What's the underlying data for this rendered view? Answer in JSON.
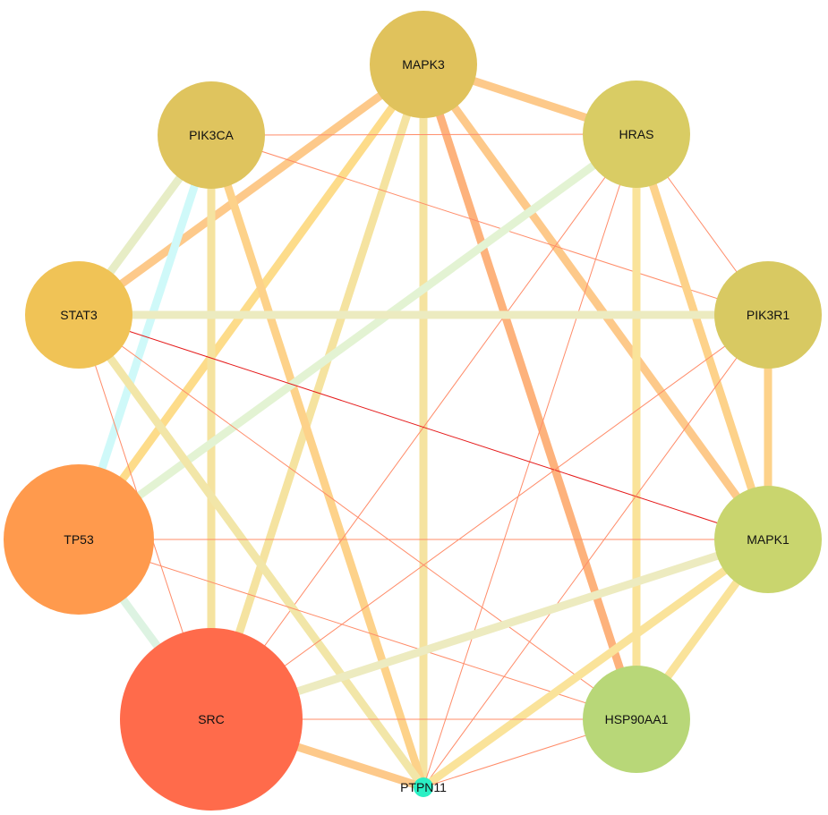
{
  "network": {
    "nodes": [
      {
        "id": "MAPK3",
        "label": "MAPK3",
        "color": "#E0C25C",
        "size": "large"
      },
      {
        "id": "PIK3CA",
        "label": "PIK3CA",
        "color": "#DFC45E",
        "size": "large"
      },
      {
        "id": "HRAS",
        "label": "HRAS",
        "color": "#D9CC64",
        "size": "large"
      },
      {
        "id": "STAT3",
        "label": "STAT3",
        "color": "#F0C356",
        "size": "large"
      },
      {
        "id": "PIK3R1",
        "label": "PIK3R1",
        "color": "#D8C962",
        "size": "large"
      },
      {
        "id": "TP53",
        "label": "TP53",
        "color": "#FF9A4D",
        "size": "xlarge"
      },
      {
        "id": "MAPK1",
        "label": "MAPK1",
        "color": "#C9D56E",
        "size": "large"
      },
      {
        "id": "SRC",
        "label": "SRC",
        "color": "#FF6B4B",
        "size": "xxlarge"
      },
      {
        "id": "HSP90AA1",
        "label": "HSP90AA1",
        "color": "#B8D778",
        "size": "large"
      },
      {
        "id": "PTPN11",
        "label": "PTPN11",
        "color": "#2BEFC4",
        "size": "small"
      }
    ],
    "edges": [
      {
        "source": "MAPK3",
        "target": "HRAS",
        "color": "#FDC98A",
        "weight": "heavy"
      },
      {
        "source": "MAPK3",
        "target": "STAT3",
        "color": "#FDC98A",
        "weight": "heavy"
      },
      {
        "source": "MAPK3",
        "target": "TP53",
        "color": "#FDDC8A",
        "weight": "heavy"
      },
      {
        "source": "MAPK3",
        "target": "SRC",
        "color": "#F5E3A0",
        "weight": "heavy"
      },
      {
        "source": "MAPK3",
        "target": "PTPN11",
        "color": "#F5E3A0",
        "weight": "heavy"
      },
      {
        "source": "MAPK3",
        "target": "HSP90AA1",
        "color": "#FDB27C",
        "weight": "heavy"
      },
      {
        "source": "MAPK3",
        "target": "MAPK1",
        "color": "#FDC98A",
        "weight": "heavy"
      },
      {
        "source": "PIK3CA",
        "target": "HRAS",
        "color": "#FF8C69",
        "weight": "thin"
      },
      {
        "source": "PIK3CA",
        "target": "STAT3",
        "color": "#E7EDC6",
        "weight": "heavy"
      },
      {
        "source": "PIK3CA",
        "target": "TP53",
        "color": "#CFF9F9",
        "weight": "heavy"
      },
      {
        "source": "PIK3CA",
        "target": "SRC",
        "color": "#F5E3A0",
        "weight": "heavy"
      },
      {
        "source": "PIK3CA",
        "target": "PTPN11",
        "color": "#FDD28A",
        "weight": "heavy"
      },
      {
        "source": "PIK3CA",
        "target": "PIK3R1",
        "color": "#FF8C69",
        "weight": "thin"
      },
      {
        "source": "HRAS",
        "target": "TP53",
        "color": "#E3F3D3",
        "weight": "heavy"
      },
      {
        "source": "HRAS",
        "target": "PIK3R1",
        "color": "#FF8C69",
        "weight": "thin"
      },
      {
        "source": "HRAS",
        "target": "MAPK1",
        "color": "#FDD28A",
        "weight": "heavy"
      },
      {
        "source": "HRAS",
        "target": "HSP90AA1",
        "color": "#FAE39A",
        "weight": "heavy"
      },
      {
        "source": "HRAS",
        "target": "SRC",
        "color": "#FF8C69",
        "weight": "thin"
      },
      {
        "source": "HRAS",
        "target": "PTPN11",
        "color": "#FF8C69",
        "weight": "thin"
      },
      {
        "source": "STAT3",
        "target": "PIK3R1",
        "color": "#ECEBC0",
        "weight": "heavy"
      },
      {
        "source": "STAT3",
        "target": "MAPK1",
        "color": "#E51A1A",
        "weight": "thin"
      },
      {
        "source": "STAT3",
        "target": "PTPN11",
        "color": "#F2E6A8",
        "weight": "heavy"
      },
      {
        "source": "STAT3",
        "target": "SRC",
        "color": "#FF8C69",
        "weight": "thin"
      },
      {
        "source": "STAT3",
        "target": "HSP90AA1",
        "color": "#FF8C69",
        "weight": "thin"
      },
      {
        "source": "PIK3R1",
        "target": "MAPK1",
        "color": "#FDD28A",
        "weight": "heavy"
      },
      {
        "source": "PIK3R1",
        "target": "SRC",
        "color": "#FF8C69",
        "weight": "thin"
      },
      {
        "source": "PIK3R1",
        "target": "PTPN11",
        "color": "#FF8C69",
        "weight": "thin"
      },
      {
        "source": "TP53",
        "target": "MAPK1",
        "color": "#FF8C69",
        "weight": "thin"
      },
      {
        "source": "TP53",
        "target": "HSP90AA1",
        "color": "#FF8C69",
        "weight": "thin"
      },
      {
        "source": "TP53",
        "target": "SRC",
        "color": "#DDF3E2",
        "weight": "heavy"
      },
      {
        "source": "MAPK1",
        "target": "SRC",
        "color": "#EDEBC0",
        "weight": "heavy"
      },
      {
        "source": "MAPK1",
        "target": "PTPN11",
        "color": "#FAE39A",
        "weight": "heavy"
      },
      {
        "source": "MAPK1",
        "target": "HSP90AA1",
        "color": "#FAE39A",
        "weight": "heavy"
      },
      {
        "source": "SRC",
        "target": "PTPN11",
        "color": "#FDC98A",
        "weight": "heavy"
      },
      {
        "source": "SRC",
        "target": "HSP90AA1",
        "color": "#FF8C69",
        "weight": "thin"
      },
      {
        "source": "HSP90AA1",
        "target": "PTPN11",
        "color": "#FF8C69",
        "weight": "thin"
      }
    ]
  }
}
